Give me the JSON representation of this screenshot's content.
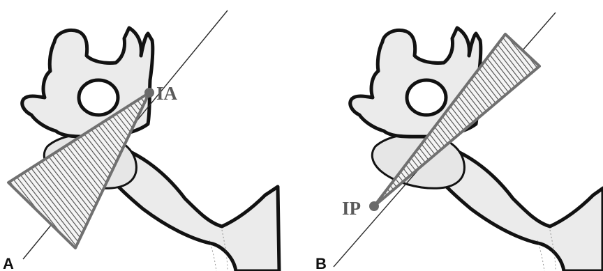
{
  "panels": [
    {
      "letter": "A",
      "point_label": "IA"
    },
    {
      "letter": "B",
      "point_label": "IP"
    }
  ],
  "colors": {
    "background": "#ffffff",
    "bone_fill": "#ebebeb",
    "bone_outline": "#121212",
    "wedge_outline": "#707070",
    "hatch_lines": "#4a4a4a",
    "point_marker": "#6a6a6a",
    "label_text": "#5a5a5a"
  }
}
